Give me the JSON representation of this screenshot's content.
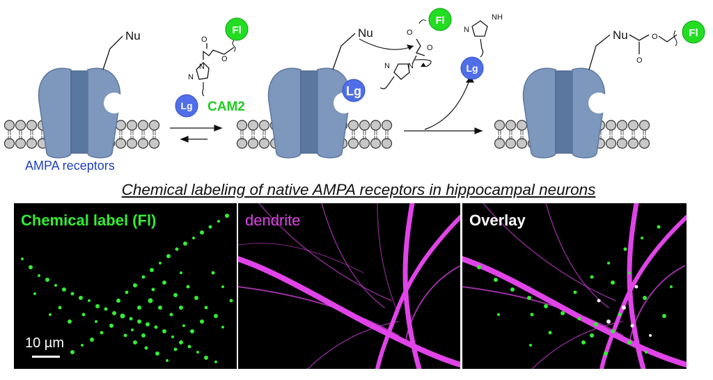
{
  "scheme": {
    "nu_label": "Nu",
    "fl_label": "Fl",
    "lg_label": "Lg",
    "probe_name": "CAM2",
    "receptor_label": "AMPA receptors",
    "carbonyl_o": "O",
    "ester_o": "O",
    "ring_n": "N",
    "nh_label": "NH",
    "colors": {
      "receptor": "#7d97bd",
      "receptor_dark": "#5c779f",
      "lipid": "#c8c8c8",
      "fl": "#22dd22",
      "lg": "#4f6ee8",
      "text_blue": "#1f3fbf"
    }
  },
  "title": "Chemical labeling of native AMPA receptors in hippocampal neurons",
  "panels": [
    {
      "label": "Chemical label (Fl)",
      "color": "#33ee33"
    },
    {
      "label": "dendrite",
      "color": "#e044e8"
    },
    {
      "label": "Overlay",
      "color": "#ffffff"
    }
  ],
  "scale_bar": {
    "label": "10 µm"
  }
}
